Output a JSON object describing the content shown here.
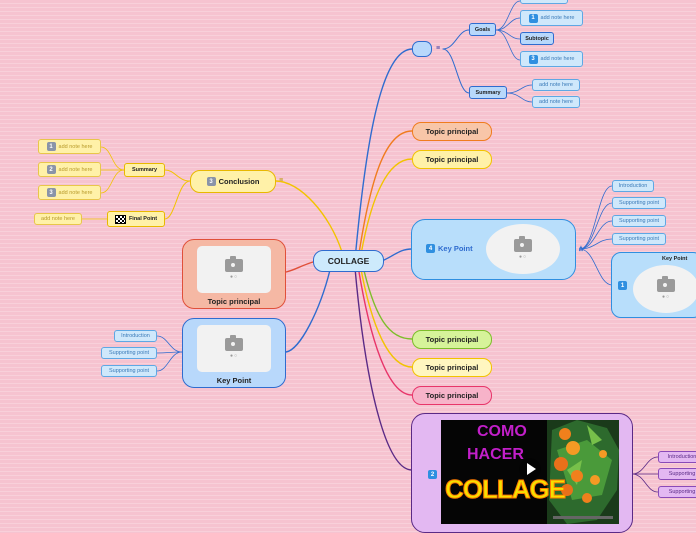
{
  "center": {
    "label": "COLLAGE"
  },
  "conclusion": {
    "badge": "3",
    "label": "Conclusion",
    "summary_label": "Summary",
    "notes": [
      {
        "badge": "1",
        "text": "add note here"
      },
      {
        "badge": "2",
        "text": "add note here"
      },
      {
        "badge": "3",
        "text": "add note here"
      }
    ],
    "final_point": {
      "flag_icon": "checkered-flag",
      "label": "Final Point",
      "note": "add note here"
    }
  },
  "left_topic": {
    "label": "Topic principal"
  },
  "left_keypoint": {
    "label": "Key Point",
    "points": [
      "Introduction",
      "Supporting point",
      "Supporting point"
    ]
  },
  "top_branch": {
    "goals_label": "Goals",
    "goal_items": [
      {
        "badge": "1",
        "text": "add note here"
      },
      {
        "text": "Subtopic"
      },
      {
        "badge": "3",
        "text": "add note here"
      }
    ],
    "summary_label": "Summary",
    "summary_notes": [
      "add note here",
      "add note here"
    ]
  },
  "right_topics": [
    "Topic principal",
    "Topic principal",
    "Topic principal",
    "Topic principal",
    "Topic principal"
  ],
  "keypoint4": {
    "badge": "4",
    "label": "Key Point",
    "points": [
      "Introduction",
      "Supporting point",
      "Supporting point",
      "Supporting point"
    ],
    "sub": {
      "badge": "1",
      "label": "Key Point"
    }
  },
  "video_node": {
    "badge": "2",
    "thumbnail_text": [
      "COMO",
      "HACER",
      "COLLAGE"
    ],
    "points": [
      "Introduction",
      "Supporting",
      "Supporting"
    ]
  },
  "colors": {
    "blue_line": "#2f6ccf",
    "orange_line": "#f07c1e",
    "yellow_line": "#f2c300",
    "green_line": "#7dbe2a",
    "pink_line": "#e8356a",
    "purple_line": "#5a2a86",
    "red_line": "#e0503a"
  }
}
